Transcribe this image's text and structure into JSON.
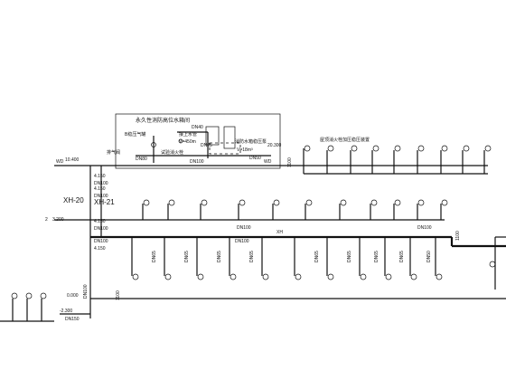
{
  "labels": {
    "tank_room": "永久性消防高位水箱间",
    "dn40": "DN40",
    "pipe_up": "接上水管",
    "volume": "V=450m",
    "booster_pump": "B稳压气罐",
    "exhaust": "排气阀",
    "dn80": "DN80",
    "dn100_a": "DN100",
    "test_hydrant": "试验消火栓",
    "pressure_tank": "消防水箱稳压泵",
    "tank_volume": "V=18m³",
    "dn25": "DN25",
    "dn50": "DN50",
    "roof_note": "屋顶消火栓加压稳压装置",
    "elev_wd": "WD",
    "elev_10400": "10.400",
    "elev_4150_a": "4.150",
    "dn100_b": "DN100",
    "xh20": "XH-20",
    "xh21": "XH-21",
    "elev_4150_b": "4.150",
    "dn100_c": "DN100",
    "elev_3200": "3.200",
    "elev_4150_c": "4.150",
    "dn100_d": "DN100",
    "dn100_e": "DN100",
    "dn100_f": "DN100",
    "elev_4150_d": "4.150",
    "dn100_g": "DN100",
    "dn100_h": "DN100",
    "xh_mid": "XH",
    "elev_2_2": "2",
    "elev_0000": "0.000",
    "dn100_v": "DN100",
    "dn1100_v": "1100",
    "elev_m2300": "-2.300",
    "dn150": "DN150",
    "wd_right": "WD",
    "elev_20300": "20.300",
    "d1100_right": "1100",
    "dn65": "DN65",
    "dn50_r": "DN50",
    "riser_1100": "1100"
  }
}
